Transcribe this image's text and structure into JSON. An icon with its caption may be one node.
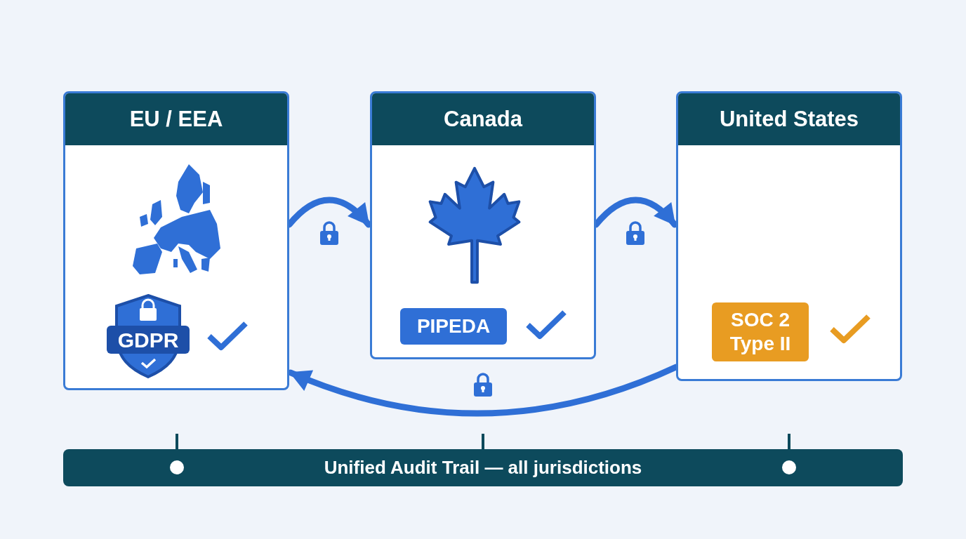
{
  "diagram": {
    "nodes": [
      {
        "text": [
          "EU / EEA"
        ]
      },
      {
        "text": [
          "GDPR"
        ],
        "in": 0
      },
      {
        "text": [
          "Canada"
        ]
      },
      {
        "text": [
          "PIPEDA"
        ],
        "in": 2
      },
      {
        "text": [
          "United States"
        ]
      },
      {
        "text": [
          "SOC 2 Type II"
        ],
        "in": 4
      },
      {
        "text": [
          "Unified Audit Trail — all jurisdictions"
        ]
      }
    ],
    "edges": [
      {
        "from": 0,
        "to": 2,
        "arrow": "to"
      },
      {
        "from": 2,
        "to": 4,
        "arrow": "to"
      },
      {
        "from": 4,
        "to": 0,
        "arrow": "to"
      }
    ]
  }
}
